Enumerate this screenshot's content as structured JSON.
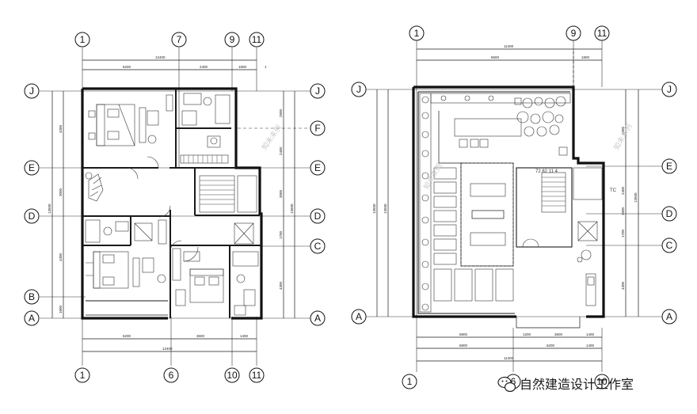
{
  "brand": {
    "text": "自然建造设计工作室"
  },
  "watermark": {
    "text": "知未未例"
  },
  "plan_left": {
    "grid_top": [
      "1",
      "7",
      "9",
      "11"
    ],
    "grid_bottom": [
      "1",
      "6",
      "10",
      "11"
    ],
    "grid_left": [
      "J",
      "E",
      "D",
      "B",
      "A"
    ],
    "grid_right": [
      "J",
      "F",
      "E",
      "D",
      "C",
      "A"
    ],
    "dims_top_total": "12400",
    "dims_top": [
      "5200",
      "2400",
      "1800"
    ],
    "dims_bottom_total": "12400",
    "dims_bottom": [
      "5200",
      "3600",
      "1400"
    ],
    "dims_left_total": "13500",
    "dims_left": [
      "4300",
      "3000",
      "4300",
      "1800"
    ],
    "dims_right_total": "13500",
    "dims_right": [
      "2800",
      "2400",
      "3000",
      "1700",
      "4300"
    ],
    "small_label": "1"
  },
  "plan_right": {
    "grid_top": [
      "1",
      "9",
      "11"
    ],
    "grid_bottom": [
      "1",
      "6",
      "10"
    ],
    "grid_left": [
      "J",
      "A"
    ],
    "grid_right": [
      "J",
      "E",
      "D",
      "C",
      "A"
    ],
    "dims_top_total": "11400",
    "dims_top": [
      "8600",
      "1800"
    ],
    "dims_bottom_total": "11400",
    "dims_bottom_1": [
      "6800",
      "1200",
      "3600",
      "1400"
    ],
    "dims_bottom_2": [
      "6800",
      "6200",
      "1400"
    ],
    "dims_left_total": "13500",
    "dims_left": [
      "13500"
    ],
    "dims_right_total": "13500",
    "dims_right": [
      "4300",
      "2400",
      "1900",
      "1700",
      "4300"
    ],
    "stair_label": "TC",
    "stair_code": "72 82 11 4"
  }
}
